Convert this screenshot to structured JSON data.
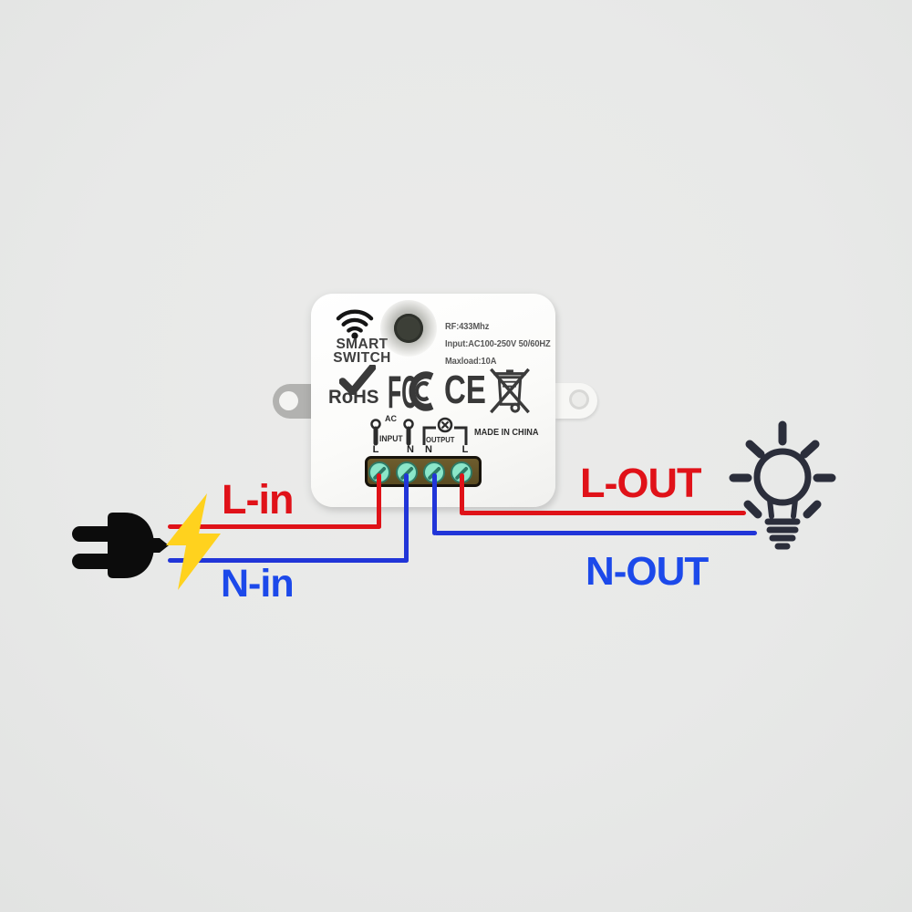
{
  "colors": {
    "background": "#e8e9e8",
    "live_wire_red": "#df1218",
    "neutral_wire_blue": "#2135d8",
    "live_label_red": "#e01219",
    "neutral_label_blue": "#1c49ea",
    "lightning_yellow": "#ffd21e",
    "device_body": "#fbfbfa",
    "terminal_screw": "#8be6c9",
    "bulb_icon": "#2b2e3b",
    "plug_icon": "#0c0c0c",
    "device_text": "#3a3a3a"
  },
  "device": {
    "brand": {
      "line1": "SMART",
      "line2": "SWITCH"
    },
    "specs": {
      "rf": "RF:433Mhz",
      "input": "Input:AC100-250V 50/60HZ",
      "maxload": "Maxload:10A"
    },
    "certifications": {
      "rohs": "RoHS",
      "fcc": "FC",
      "ce": "CE"
    },
    "made_in": "MADE IN CHINA",
    "terminals": {
      "ac": "AC",
      "input": "INPUT",
      "output": "OUTPUT",
      "pins": [
        "L",
        "N",
        "N",
        "L"
      ]
    }
  },
  "wiring": {
    "line_in": "L-in",
    "neutral_in": "N-in",
    "line_out": "L-OUT",
    "neutral_out": "N-OUT"
  },
  "icons": {
    "wifi": "wifi-icon",
    "pairing_button": "pairing-button",
    "rohs_check": "checkmark-icon",
    "weee": "crossed-out-bin-icon",
    "input_pin": "terminal-pin-icon",
    "output_lamp": "lamp-circle-icon",
    "plug": "power-plug-icon",
    "lightning": "lightning-bolt-icon",
    "bulb": "light-bulb-icon"
  }
}
